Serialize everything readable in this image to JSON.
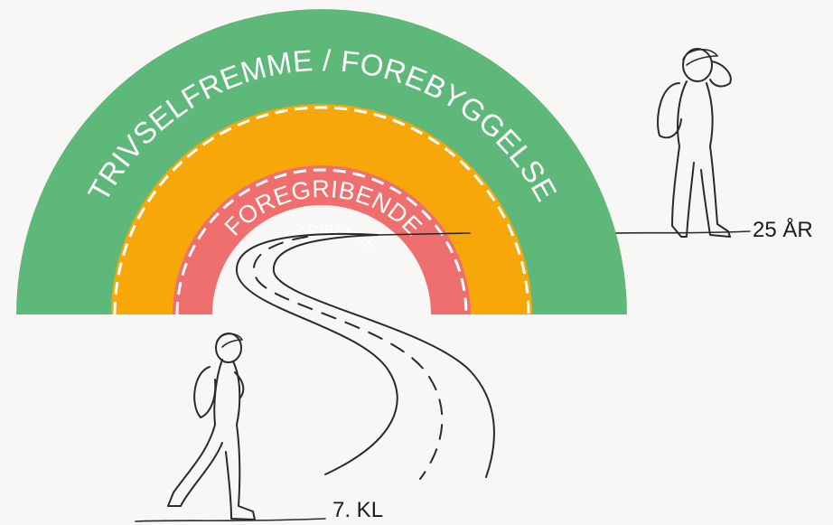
{
  "layers": {
    "outer": {
      "label": "TRIVSELFREMME / FOREBYGGELSE",
      "color": "#5eb87a"
    },
    "middle": {
      "label": "FOREGRIBENDE",
      "color": "#f7a808"
    },
    "inner": {
      "label": "INDGRIBENDE",
      "color": "#ef6f6f"
    }
  },
  "endpoints": {
    "start_label": "7. KL",
    "end_label": "25 ÅR"
  },
  "icons": [
    "walking-student-icon",
    "hiker-icon",
    "winding-road-icon"
  ]
}
